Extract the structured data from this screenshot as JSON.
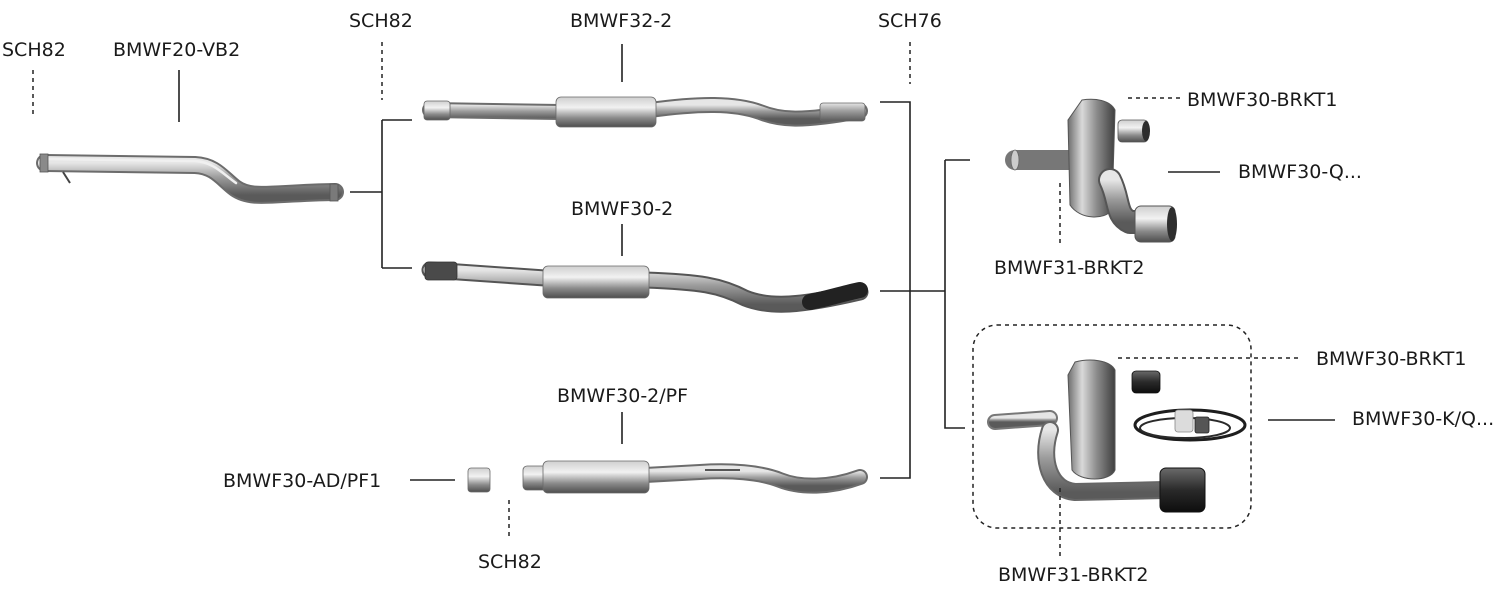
{
  "labels": {
    "sch82_left": "SCH82",
    "vb2": "BMWF20-VB2",
    "sch82_mid": "SCH82",
    "f32_2": "BMWF32-2",
    "sch76": "SCH76",
    "f30_2": "BMWF30-2",
    "f30_2pf": "BMWF30-2/PF",
    "ad_pf1": "BMWF30-AD/PF1",
    "sch82_bottom": "SCH82",
    "brkt1_top": "BMWF30-BRKT1",
    "f30_q": "BMWF30-Q...",
    "brkt2_top": "BMWF31-BRKT2",
    "brkt1_bottom": "BMWF30-BRKT1",
    "f30_kq": "BMWF30-K/Q...",
    "brkt2_bottom": "BMWF31-BRKT2"
  }
}
